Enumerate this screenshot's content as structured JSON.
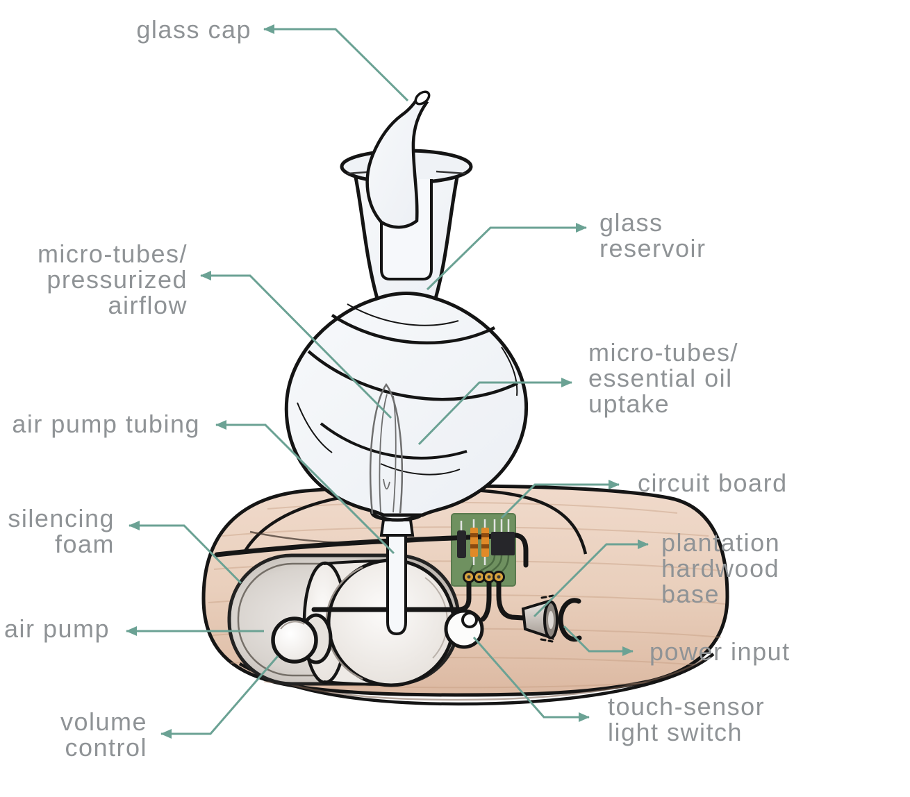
{
  "labels": {
    "glass_cap": "glass cap",
    "glass_reservoir": "glass\nreservoir",
    "micro_tubes_pressurized": "micro-tubes/\npressurized\nairflow",
    "air_pump_tubing": "air pump tubing",
    "micro_tubes_uptake": "micro-tubes/\nessential oil\nuptake",
    "circuit_board": "circuit board",
    "silencing_foam": "silencing\nfoam",
    "plantation_base": "plantation\nhardwood\nbase",
    "air_pump": "air pump",
    "power_input": "power input",
    "volume_control": "volume\ncontrol",
    "touch_sensor": "touch-sensor\nlight switch"
  },
  "colors": {
    "leader_arrow": "#6BA294",
    "label_text": "#8F9396",
    "outline_ink": "#151515",
    "wood_base": "#E9CFBC",
    "wood_grain": "#C39A7E",
    "glass_fill": "#F2F5F8",
    "foam_gray": "#B7AEA7",
    "pcb_green": "#6F9160",
    "resistor_orange": "#E08A28",
    "solder_pad_gold": "#D8A43E"
  }
}
